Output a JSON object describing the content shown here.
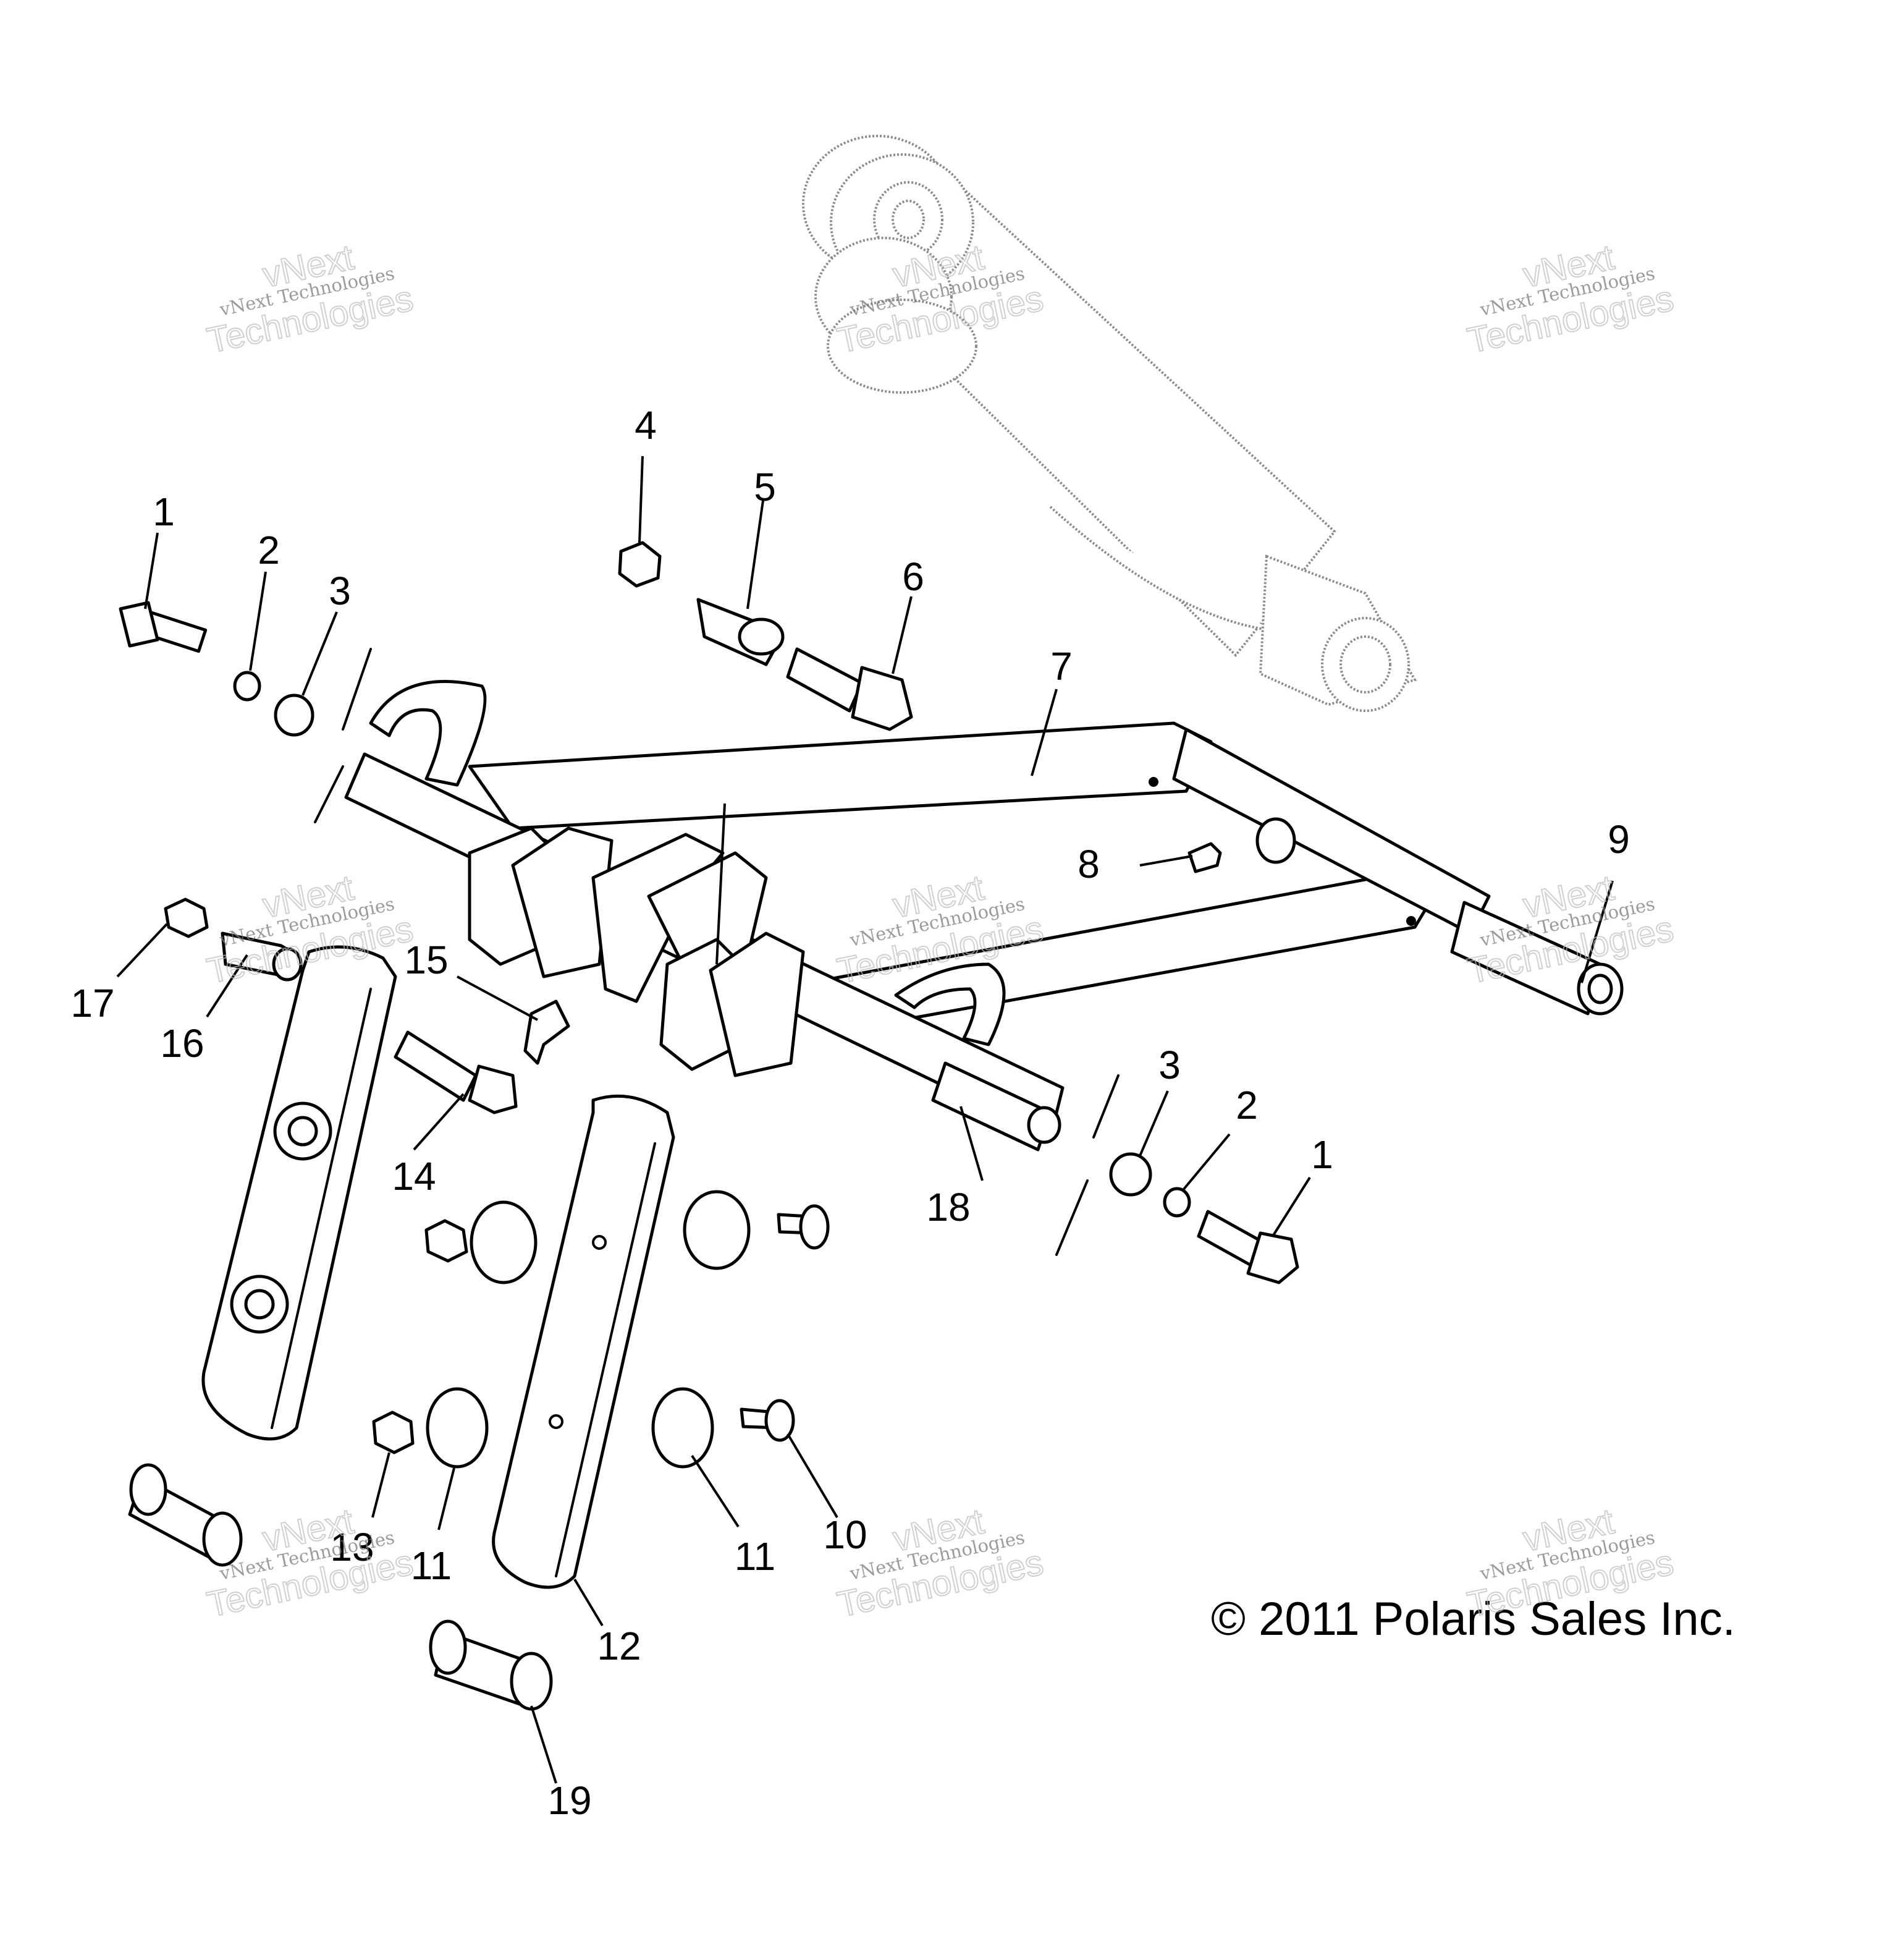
{
  "diagram": {
    "callouts": [
      "1",
      "2",
      "3",
      "4",
      "5",
      "6",
      "7",
      "8",
      "9",
      "3",
      "2",
      "1",
      "17",
      "16",
      "15",
      "14",
      "18",
      "13",
      "11",
      "11",
      "10",
      "12",
      "19"
    ],
    "copyright": "© 2011 Polaris Sales Inc.",
    "watermark": {
      "line1": "vNext",
      "line2": "vNext Technologies",
      "line3": "Technologies"
    }
  }
}
